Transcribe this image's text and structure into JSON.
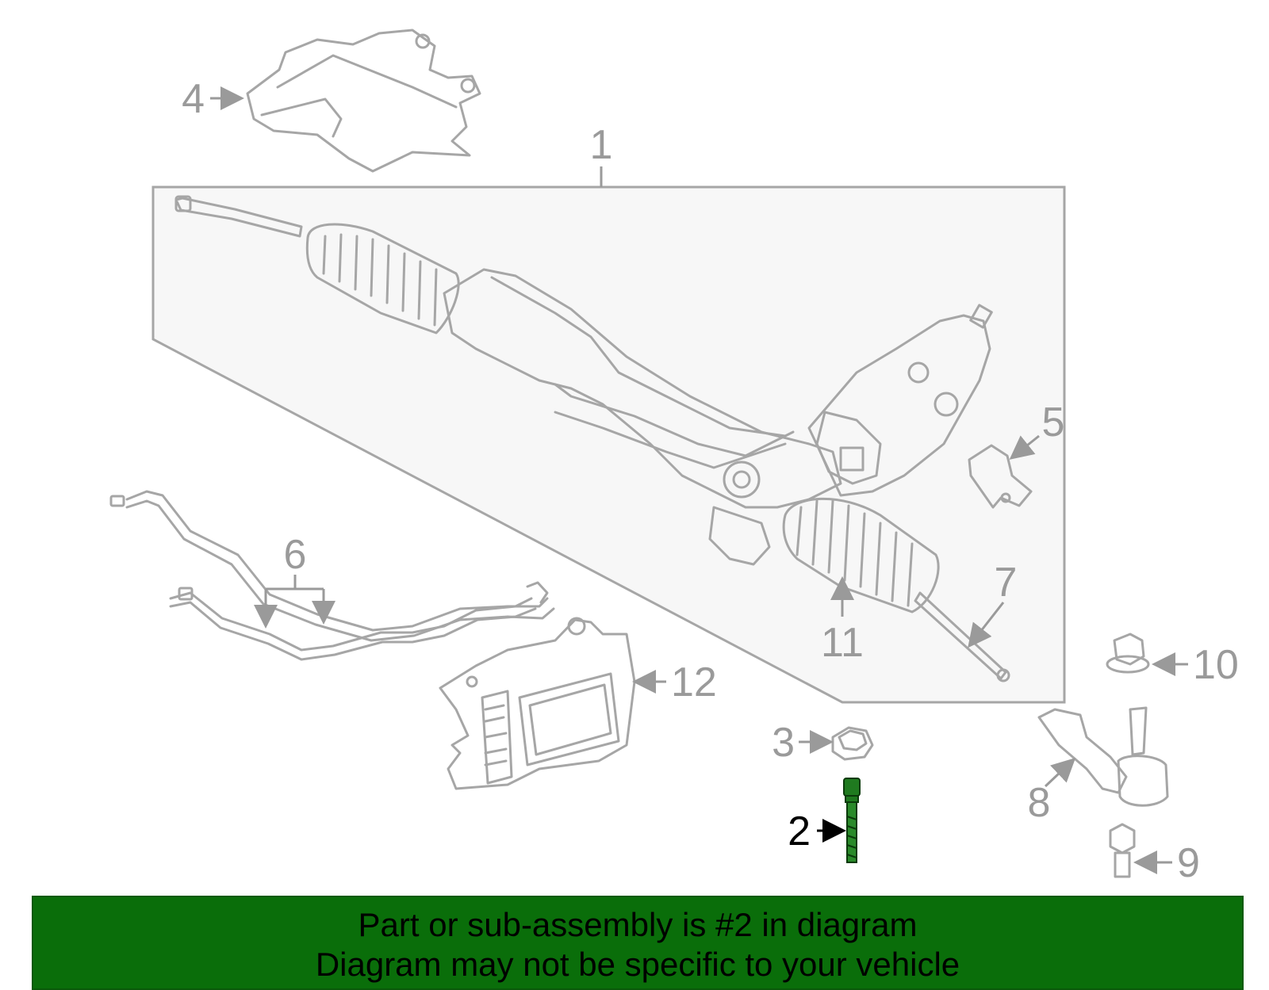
{
  "diagram": {
    "callouts": [
      "1",
      "2",
      "3",
      "4",
      "5",
      "6",
      "7",
      "8",
      "9",
      "10",
      "11",
      "12"
    ],
    "highlighted_part": "2",
    "colors": {
      "part_stroke": "#a6a6a6",
      "callout_text": "#9a9a9a",
      "highlight_part": "#0a6e0a",
      "highlight_text": "#000000",
      "panel_fill": "#f7f7f7"
    }
  },
  "banner": {
    "line1": "Part or sub-assembly is #2 in diagram",
    "line2": "Diagram may not be specific to your vehicle",
    "background": "#0a6e0a"
  }
}
